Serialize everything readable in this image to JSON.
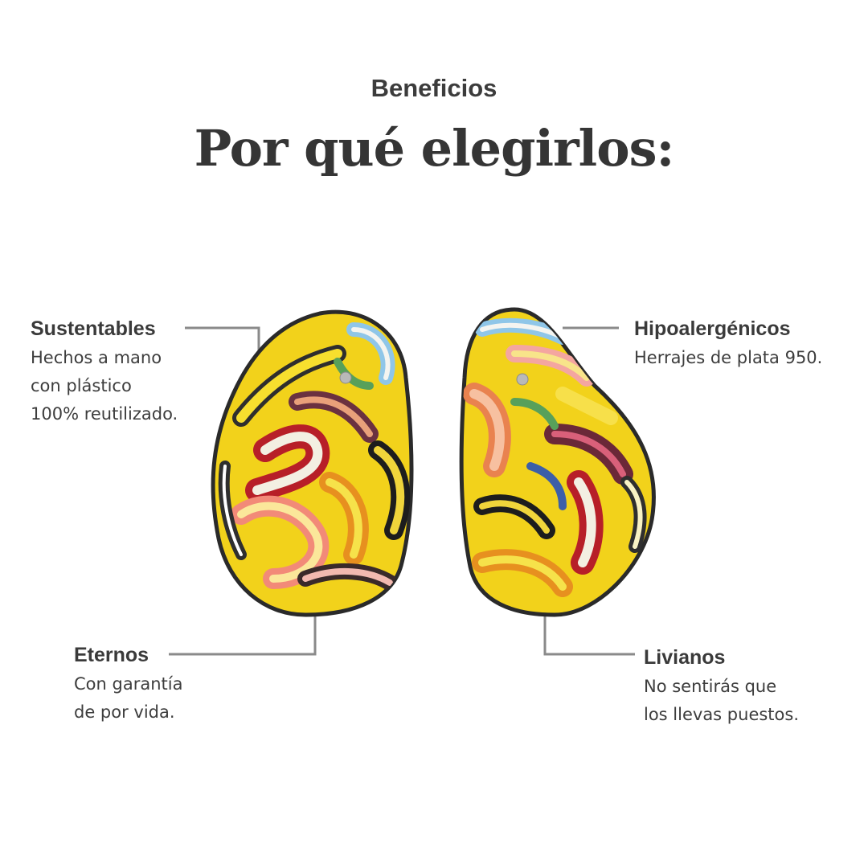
{
  "header": {
    "eyebrow": "Beneficios",
    "title": "Por qué elegirlos:"
  },
  "features": [
    {
      "title": "Sustentables",
      "lines": [
        "Hechos a mano",
        "con plástico",
        "100% reutilizado."
      ]
    },
    {
      "title": "Hipoalergénicos",
      "lines": [
        "Herrajes de plata 950."
      ]
    },
    {
      "title": "Eternos",
      "lines": [
        "Con garantía",
        "de por vida."
      ]
    },
    {
      "title": "Livianos",
      "lines": [
        "No sentirás que",
        "los llevas puestos."
      ]
    }
  ],
  "colors": {
    "text": "#3a3a3a",
    "connector": "#8a8a8a",
    "earring_yellow": "#f2d21b",
    "earring_red": "#c8242c",
    "earring_outline": "#2a2a2a"
  }
}
